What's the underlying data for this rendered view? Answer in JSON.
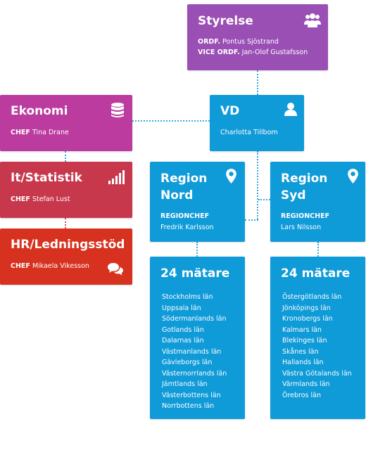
{
  "styrelse": {
    "title": "Styrelse",
    "icon": "users-icon",
    "ordf_label": "ORDF.",
    "ordf_name": "Pontus Sjöstrand",
    "vice_label": "VICE ORDF.",
    "vice_name": "Jan-Olof Gustafsson",
    "color": "#9a4fb4"
  },
  "vd": {
    "title": "VD",
    "icon": "user-icon",
    "name": "Charlotta Tillbom",
    "color": "#0f9ad8"
  },
  "ekonomi": {
    "title": "Ekonomi",
    "icon": "database-icon",
    "role": "CHEF",
    "name": "Tina Drane",
    "color": "#bb3b9f"
  },
  "it_statistik": {
    "title": "It/Statistik",
    "icon": "signal-bars-icon",
    "role": "CHEF",
    "name": "Stefan Lust",
    "color": "#c8384d"
  },
  "hr": {
    "title": "HR/Ledningsstöd",
    "icon": "chat-bubbles-icon",
    "role": "CHEF",
    "name": "Mikaela Vikesson",
    "color": "#d7321f"
  },
  "region_nord": {
    "title_line1": "Region",
    "title_line2": "Nord",
    "icon": "map-pin-icon",
    "role": "REGIONCHEF",
    "name": "Fredrik Karlsson"
  },
  "region_syd": {
    "title_line1": "Region",
    "title_line2": "Syd",
    "icon": "map-pin-icon",
    "role": "REGIONCHEF",
    "name": "Lars Nilsson"
  },
  "nord_matare": {
    "title": "24 mätare",
    "items": [
      "Stockholms län",
      "Uppsala län",
      "Södermanlands län",
      "Gotlands län",
      "Dalarnas län",
      "Västmanlands län",
      "Gävleborgs län",
      "Västernorrlands län",
      "Jämtlands län",
      "Västerbottens län",
      "Norrbottens län"
    ]
  },
  "syd_matare": {
    "title": "24 mätare",
    "items": [
      "Östergötlands län",
      "Jönköpings län",
      "Kronobergs län",
      "Kalmars län",
      "Blekinges län",
      "Skånes län",
      "Hallands län",
      "Västra Götalands län",
      "Värmlands län",
      "Örebros län"
    ]
  },
  "connector_color": "#3aa7dc"
}
